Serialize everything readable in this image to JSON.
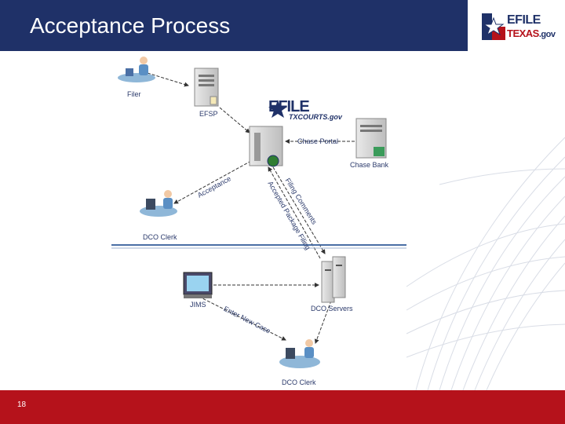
{
  "header": {
    "title": "Acceptance Process"
  },
  "brand": {
    "line1": "EFILE",
    "line2": "TEXAS",
    "line2_suffix": ".gov"
  },
  "diagram": {
    "center_logo": {
      "line1": "EFILE",
      "line2": "TXCOURTS.gov"
    },
    "nodes": {
      "filer": "Filer",
      "efsp": "EFSP",
      "chase_bank": "Chase Bank",
      "dco_clerk_top": "DCO Clerk",
      "jims": "JIMS",
      "dco_servers": "DCO Servers",
      "dco_clerk_bottom": "DCO Clerk"
    },
    "edges": {
      "chase_portal": "Chase Portal",
      "acceptance": "Acceptance",
      "filing_comments": "Filing Comments",
      "accepted_package": "Accepted Package Filing",
      "enter_new_case": "Enter New Case"
    }
  },
  "footer": {
    "page_number": "18"
  },
  "colors": {
    "navy": "#1f3168",
    "red": "#b5121b"
  }
}
